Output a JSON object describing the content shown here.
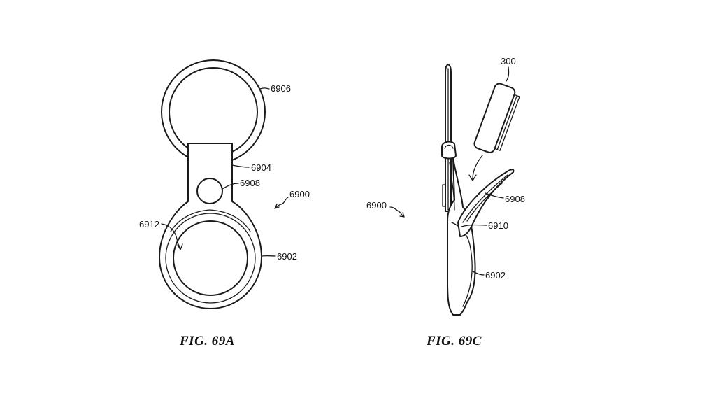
{
  "figures": [
    {
      "caption": "FIG. 69A",
      "labels": {
        "ring": "6906",
        "strap": "6904",
        "button": "6908",
        "assembly": "6900",
        "recess": "6912",
        "holder": "6902"
      }
    },
    {
      "caption": "FIG. 69C",
      "labels": {
        "device": "300",
        "flap": "6908",
        "assembly": "6900",
        "gap": "6910",
        "holder": "6902"
      }
    }
  ]
}
